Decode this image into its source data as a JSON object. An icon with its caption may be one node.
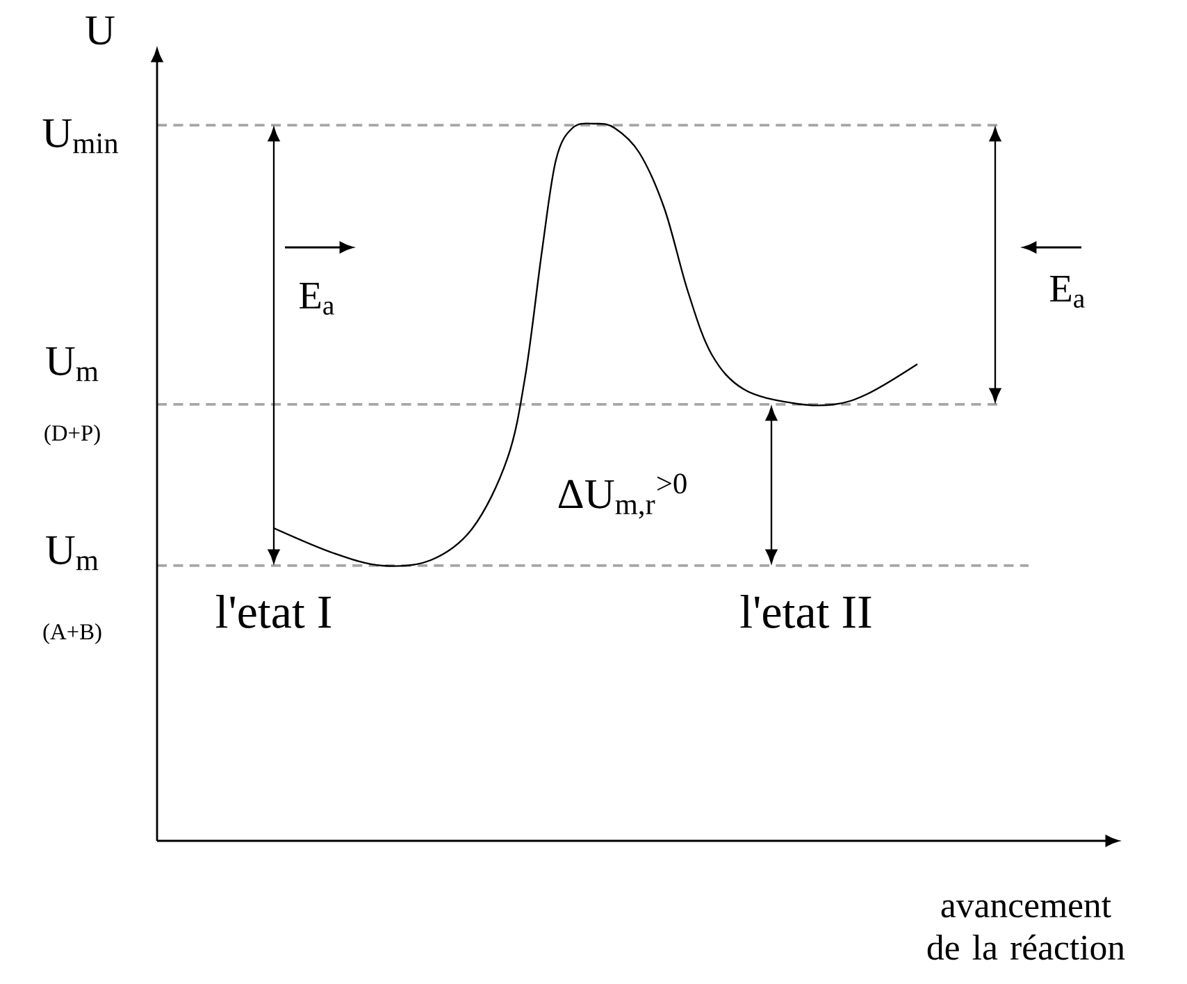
{
  "diagram": {
    "labels": [
      "U",
      "U$_{min}$",
      "E$_{a}$",
      "E$_{a}$",
      "U$_{m}$",
      "(D+P)",
      "ΔU$_{m,r}$$^{>0}$",
      "U$_{m}$",
      "(A+B)",
      "l'etat I",
      "l'etat II",
      "avancement de la réaction"
    ]
  }
}
